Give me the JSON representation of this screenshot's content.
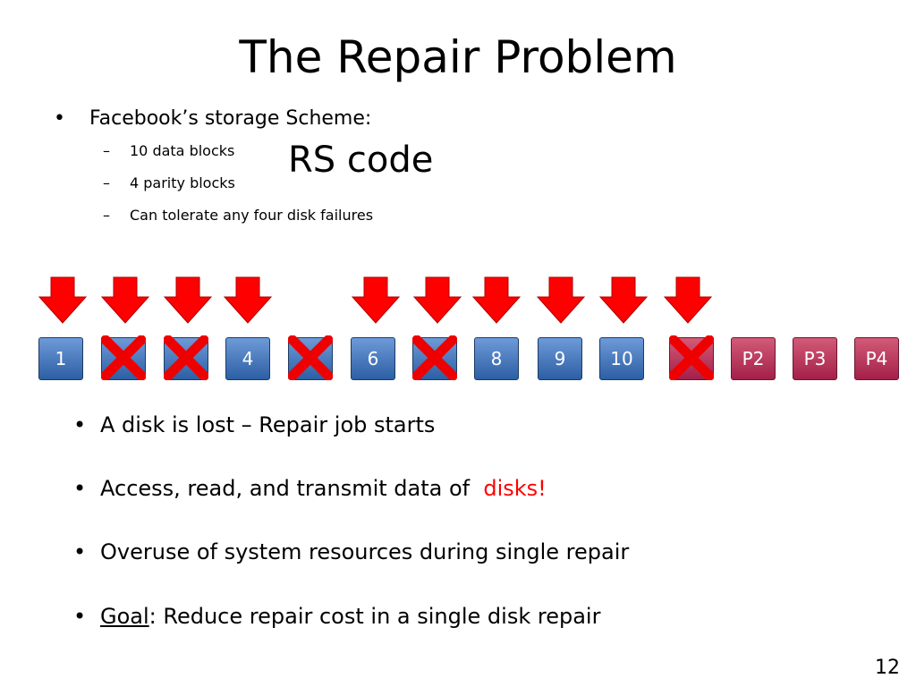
{
  "title": "The Repair Problem",
  "bullet_main": "Facebook’s storage Scheme:",
  "sub_bullets": [
    "10 data blocks",
    "4 parity blocks",
    "Can tolerate any four disk failures"
  ],
  "rs_label": "RS code",
  "blocks": [
    {
      "label": "1",
      "type": "data"
    },
    {
      "label": "",
      "type": "data",
      "failed": true
    },
    {
      "label": "",
      "type": "data",
      "failed": true
    },
    {
      "label": "4",
      "type": "data"
    },
    {
      "label": "",
      "type": "data",
      "failed": true
    },
    {
      "label": "6",
      "type": "data"
    },
    {
      "label": "",
      "type": "data",
      "failed": true
    },
    {
      "label": "8",
      "type": "data"
    },
    {
      "label": "9",
      "type": "data"
    },
    {
      "label": "10",
      "type": "data"
    },
    {
      "label": "",
      "type": "parity",
      "failed": true
    },
    {
      "label": "P2",
      "type": "parity"
    },
    {
      "label": "P3",
      "type": "parity"
    },
    {
      "label": "P4",
      "type": "parity"
    }
  ],
  "bullets_bottom": {
    "b1": "A disk is lost – Repair job starts",
    "b2_prefix": "Access, read, and transmit data of",
    "b2_highlight": "disks!",
    "b3": "Overuse of system resources during single repair",
    "b4_goal": "Goal",
    "b4_rest": ": Reduce repair cost in a single disk repair"
  },
  "bullet_char": "•",
  "dash_char": "–",
  "page_number": "12",
  "colors": {
    "arrow": "#ff0000",
    "cross": "#ee0000",
    "data_block": "#3a6fb8",
    "parity_block": "#b52a55",
    "highlight": "#ff0000"
  },
  "icons": {
    "arrow": "down-arrow-icon",
    "cross": "failure-x-icon"
  }
}
